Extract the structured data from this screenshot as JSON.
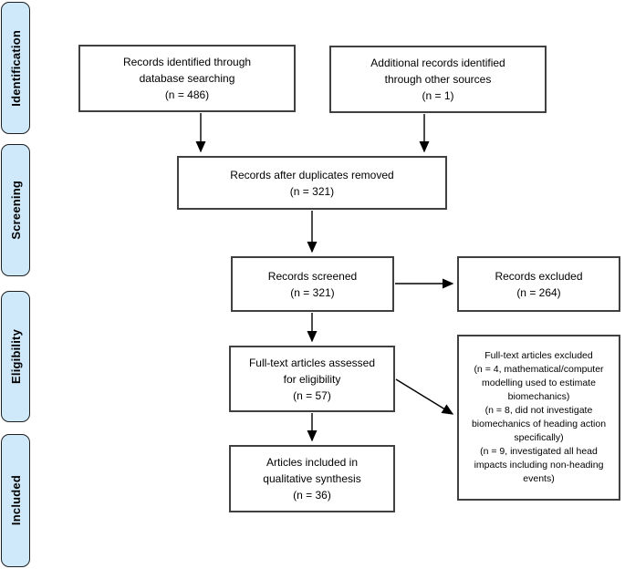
{
  "stages": [
    {
      "label": "Identification"
    },
    {
      "label": "Screening"
    },
    {
      "label": "Eligibility"
    },
    {
      "label": "Included"
    }
  ],
  "boxes": {
    "database_search": {
      "text": "Records identified through\ndatabase searching\n(n = 486)"
    },
    "other_sources": {
      "text": "Additional records identified\nthrough other sources\n(n = 1)"
    },
    "duplicates_removed": {
      "text": "Records after duplicates removed\n(n = 321)"
    },
    "records_screened": {
      "text": "Records screened\n(n = 321)"
    },
    "records_excluded": {
      "text": "Records excluded\n(n = 264)"
    },
    "fulltext_assessed": {
      "text": "Full-text articles assessed\nfor eligibility\n(n = 57)"
    },
    "included_qualitative": {
      "text": "Articles included in\nqualitative synthesis\n(n = 36)"
    },
    "fulltext_excluded": {
      "text": "Full-text articles excluded\n(n = 4, mathematical/computer\nmodelling used to estimate\nbiomechanics)\n(n = 8, did not investigate\nbiomechanics of heading action\nspecifically)\n(n = 9, investigated all head\nimpacts including non-heading\nevents)"
    }
  },
  "colors": {
    "stage_fill": "#cfe9fa",
    "stage_border": "#1f1f1f",
    "box_border": "#404040",
    "arrow": "#000000",
    "background": "#ffffff"
  }
}
